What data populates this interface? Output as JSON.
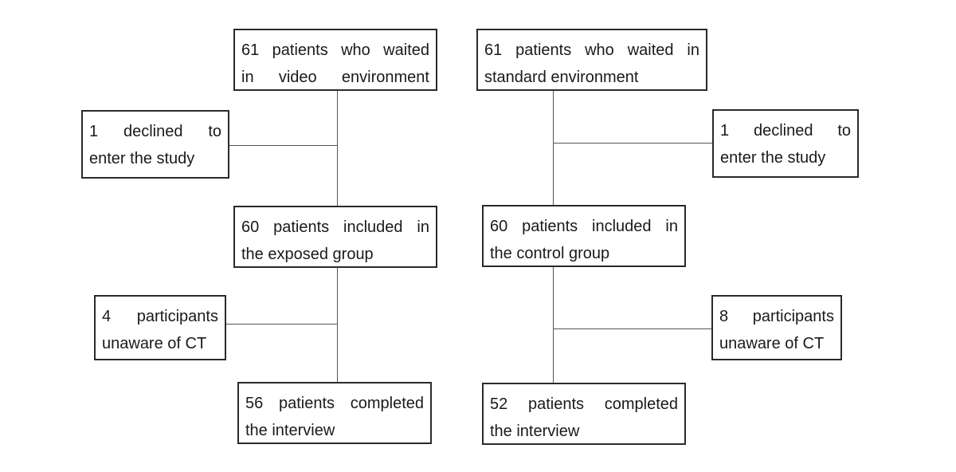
{
  "left_arm": {
    "start": {
      "line1": "61  patients  who  waited",
      "line2": "in   video   environment"
    },
    "declined": {
      "line1": "1   declined   to",
      "line2": "enter the study"
    },
    "included": {
      "line1": "60  patients  included  in",
      "line2": "the exposed group"
    },
    "unaware": {
      "line1": "4   participants",
      "line2": "unaware of CT"
    },
    "completed": {
      "line1": "56  patients  completed",
      "line2": "the interview"
    }
  },
  "right_arm": {
    "start": {
      "line1": "61  patients  who  waited  in",
      "line2": "standard environment"
    },
    "declined": {
      "line1": "1   declined   to",
      "line2": "enter the study"
    },
    "included": {
      "line1": "60  patients  included  in",
      "line2": "the control group"
    },
    "unaware": {
      "line1": "8   participants",
      "line2": "unaware of CT"
    },
    "completed": {
      "line1": "52  patients  completed",
      "line2": "the interview"
    }
  }
}
